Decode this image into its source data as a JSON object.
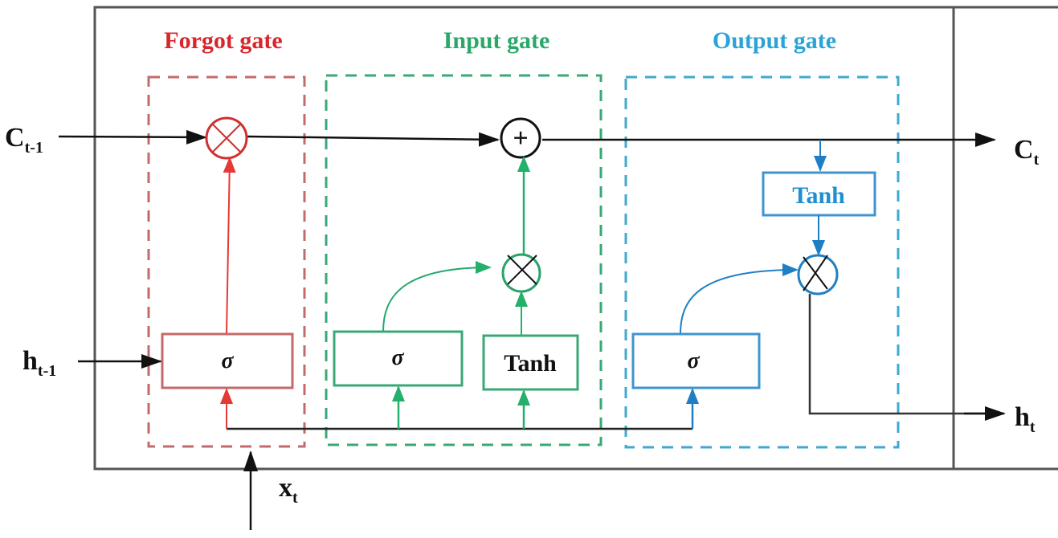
{
  "diagram": {
    "type": "LSTM cell",
    "colors": {
      "forget": "#e53935",
      "forget_box": "#c46a6a",
      "input": "#22b06a",
      "input_box": "#3aa874",
      "output": "#1f8fd0",
      "output_box": "#3fa9cf",
      "frame": "#555555",
      "line": "#111111"
    },
    "gates": {
      "forget": {
        "title": "Forgot gate",
        "activation": "σ",
        "op": "multiply"
      },
      "input": {
        "title": "Input gate",
        "activations": [
          "σ",
          "Tanh"
        ],
        "ops": [
          "multiply",
          "add"
        ]
      },
      "output": {
        "title": "Output gate",
        "activations": [
          "σ",
          "Tanh"
        ],
        "op": "multiply"
      }
    },
    "io": {
      "c_prev": {
        "base": "C",
        "sub": "t-1"
      },
      "c_next": {
        "base": "C",
        "sub": "t"
      },
      "h_prev": {
        "base": "h",
        "sub": "t-1"
      },
      "h_next": {
        "base": "h",
        "sub": "t"
      },
      "x": {
        "base": "x",
        "sub": "t"
      }
    },
    "symbols": {
      "plus": "+",
      "times": "×"
    }
  }
}
